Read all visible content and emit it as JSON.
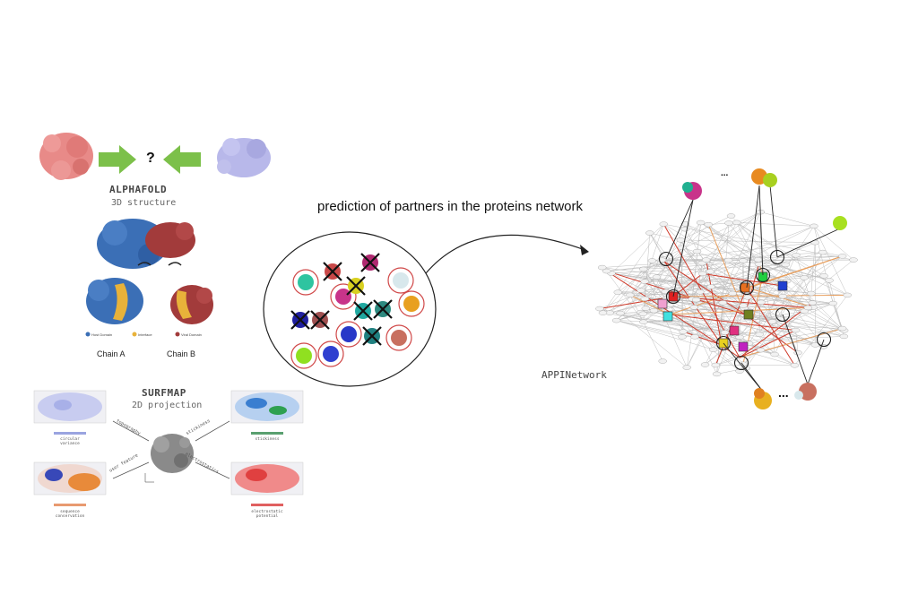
{
  "alphafold": {
    "question_mark": "?",
    "title": "ALPHAFOLD",
    "subtitle": "3D structure",
    "legend": [
      "Host Domain",
      "Interface",
      "Viral Domain"
    ],
    "legend_colors": [
      "#3b6fb6",
      "#e8b23a",
      "#a23b3b"
    ],
    "chain_a": "Chain A",
    "chain_b": "Chain B"
  },
  "surfmap": {
    "title": "SURFMAP",
    "subtitle": "2D projection",
    "arrows": [
      "topography",
      "stickiness",
      "user feature",
      "electrostatics"
    ],
    "map_labels": [
      "circular variance",
      "stickiness",
      "sequence conservation",
      "electrostatic potential"
    ]
  },
  "center": {
    "prediction_label": "prediction of partners in the proteins network"
  },
  "network": {
    "name": "APPINetwork",
    "ellipsis_top": "...",
    "ellipsis_bottom": "..."
  },
  "colors": {
    "arrow_green": "#7cc04a",
    "protein_red": "#e88a88",
    "protein_lavender": "#b8b8ea",
    "edge_red": "#d03a2a",
    "edge_orange": "#e8a060"
  }
}
